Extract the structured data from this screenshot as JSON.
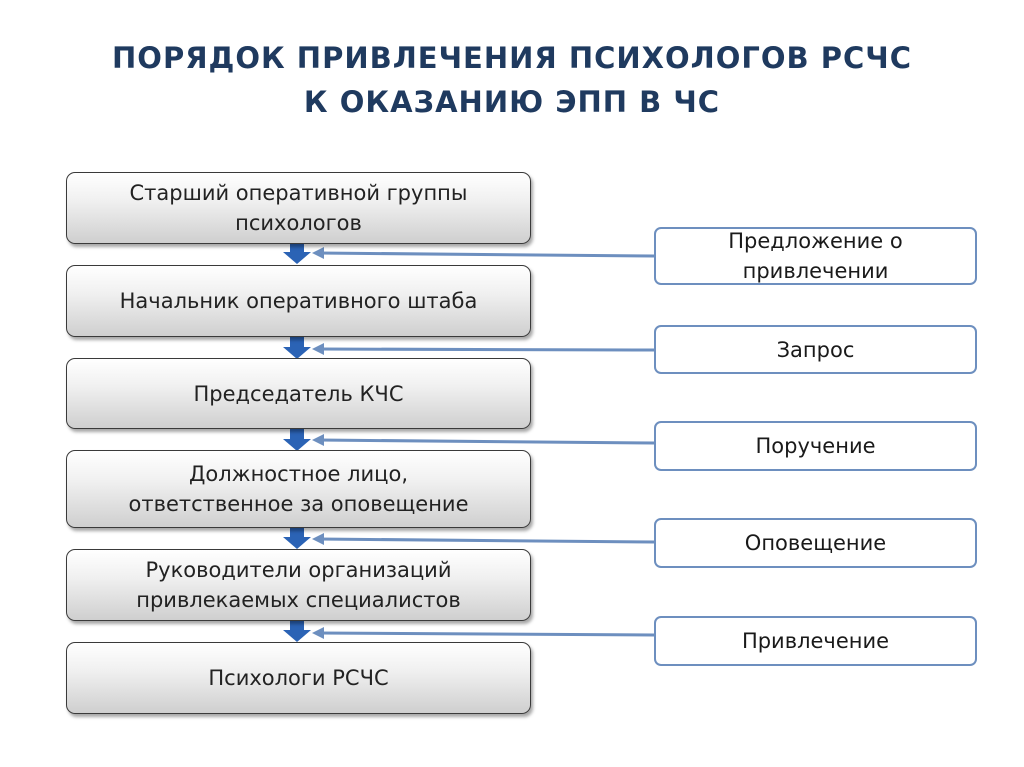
{
  "title": {
    "line1": "ПОРЯДОК ПРИВЛЕЧЕНИЯ ПСИХОЛОГОВ РСЧС",
    "line2": "К ОКАЗАНИЮ ЭПП В ЧС"
  },
  "chain": [
    {
      "line1": "Старший оперативной группы",
      "line2": "психологов"
    },
    {
      "line1": "Начальник оперативного штаба",
      "line2": ""
    },
    {
      "line1": "Председатель КЧС",
      "line2": ""
    },
    {
      "line1": "Должностное лицо,",
      "line2": "ответственное за оповещение"
    },
    {
      "line1": "Руководители организаций",
      "line2": "привлекаемых специалистов"
    },
    {
      "line1": "Психологи РСЧС",
      "line2": ""
    }
  ],
  "actions": [
    {
      "line1": "Предложение о",
      "line2": "привлечении"
    },
    {
      "line1": "Запрос",
      "line2": ""
    },
    {
      "line1": "Поручение",
      "line2": ""
    },
    {
      "line1": "Оповещение",
      "line2": ""
    },
    {
      "line1": "Привлечение",
      "line2": ""
    }
  ],
  "colors": {
    "title": "#1f3a5f",
    "arrow_fill": "#2b63b5",
    "connector_line": "#6d8fbf",
    "action_border": "#6d8fbf"
  }
}
